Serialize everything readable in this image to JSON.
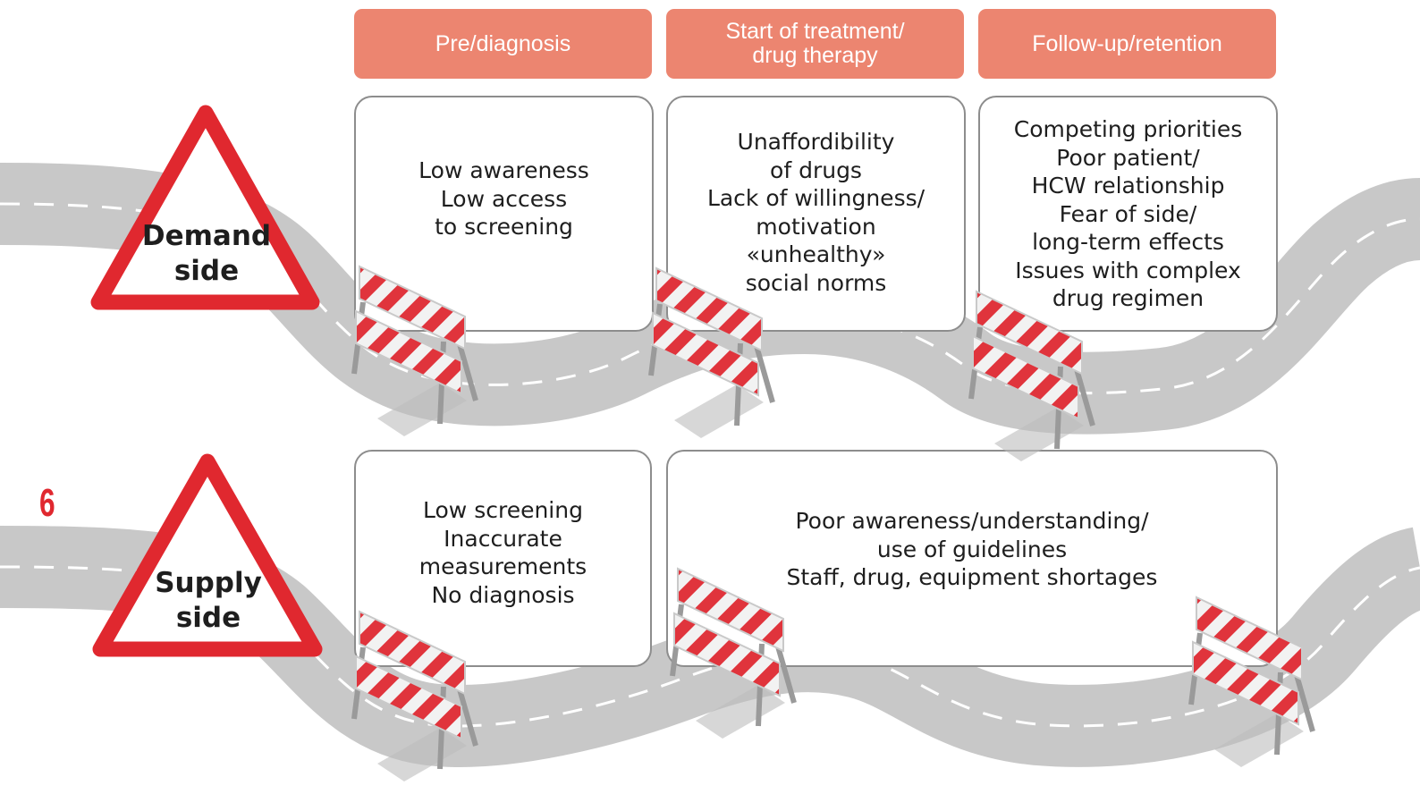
{
  "headers": [
    {
      "lines": [
        "Pre/diagnosis"
      ]
    },
    {
      "lines": [
        "Start of treatment/",
        "drug therapy"
      ]
    },
    {
      "lines": [
        "Follow-up/retention"
      ]
    }
  ],
  "demand": {
    "label": [
      "Demand",
      "side"
    ],
    "boxes": [
      {
        "lines": [
          "Low awareness",
          "Low access",
          "to screening"
        ]
      },
      {
        "lines": [
          "Unaffordibility",
          "of drugs",
          "Lack of willingness/",
          "motivation",
          "«unhealthy»",
          "social norms"
        ]
      },
      {
        "lines": [
          "Competing priorities",
          "Poor patient/",
          "HCW relationship",
          "Fear of side/",
          "long-term effects",
          "Issues with complex",
          "drug regimen"
        ]
      }
    ]
  },
  "supply": {
    "label": [
      "Supply",
      "side"
    ],
    "boxes": [
      {
        "lines": [
          "Low screening",
          "Inaccurate",
          "measurements",
          "No diagnosis"
        ]
      },
      {
        "lines": [
          "Poor awareness/understanding/",
          "use of guidelines",
          "Staff, drug, equipment shortages"
        ]
      }
    ]
  },
  "page_number": "6",
  "colors": {
    "header": "#ec8570",
    "warning_red": "#e0282f",
    "road": "#c8c8c8",
    "barrier_red": "#e0343c",
    "barrier_white": "#f2f2f2"
  }
}
